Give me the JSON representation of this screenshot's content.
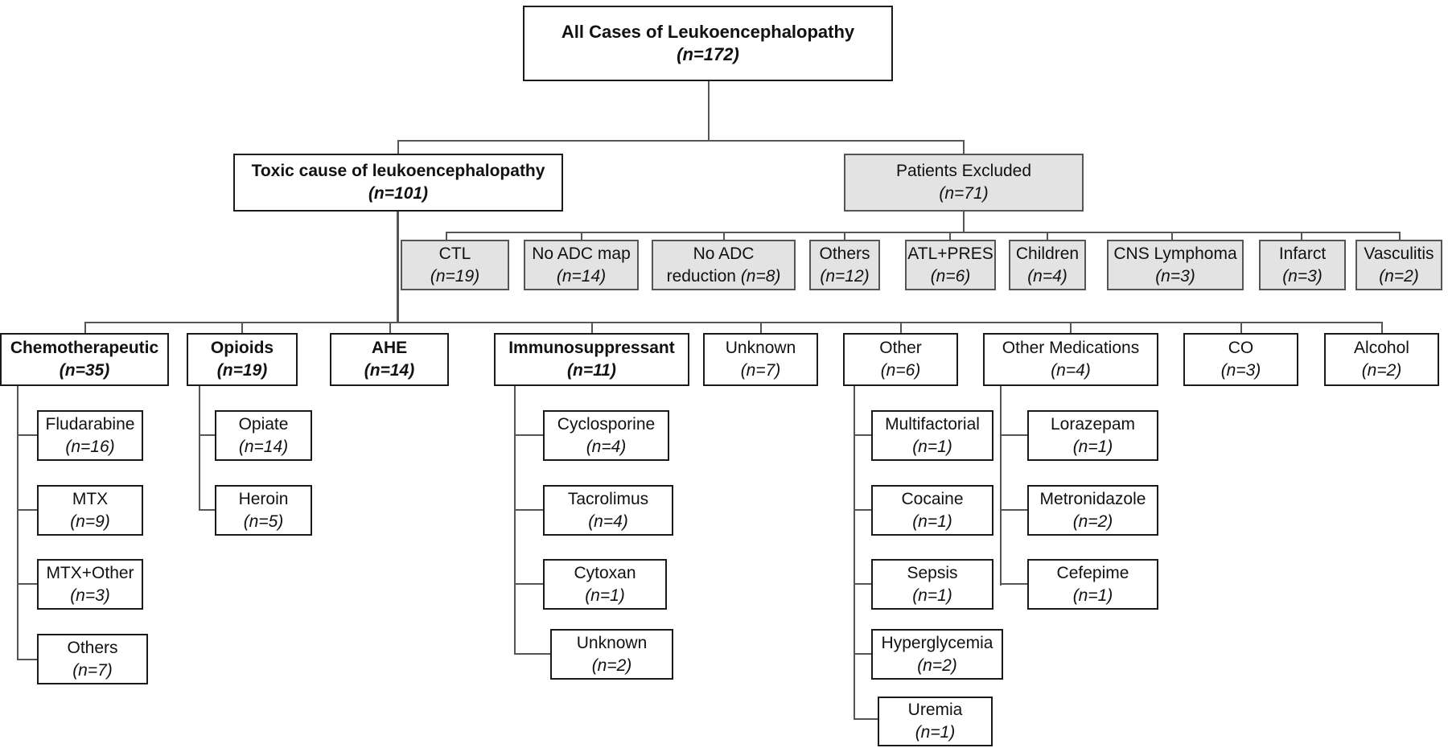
{
  "root": {
    "label": "All Cases of Leukoencephalopathy",
    "count": "(n=172)"
  },
  "toxic": {
    "label": "Toxic cause of leukoencephalopathy",
    "count": "(n=101)"
  },
  "excluded": {
    "label": "Patients Excluded",
    "count": "(n=71)"
  },
  "exclusions": [
    {
      "label": "CTL",
      "count": "(n=19)"
    },
    {
      "label": "No ADC map",
      "count": "(n=14)"
    },
    {
      "label": "No ADC reduction",
      "count": "(n=8)",
      "label_lines": [
        "No ADC",
        "reduction"
      ]
    },
    {
      "label": "Others",
      "count": "(n=12)"
    },
    {
      "label": "ATL+PRES",
      "count": "(n=6)"
    },
    {
      "label": "Children",
      "count": "(n=4)"
    },
    {
      "label": "CNS Lymphoma",
      "count": "(n=3)"
    },
    {
      "label": "Infarct",
      "count": "(n=3)"
    },
    {
      "label": "Vasculitis",
      "count": "(n=2)"
    }
  ],
  "categories": [
    {
      "label": "Chemotherapeutic",
      "count": "(n=35)",
      "bold": true,
      "children": [
        {
          "label": "Fludarabine",
          "count": "(n=16)"
        },
        {
          "label": "MTX",
          "count": "(n=9)"
        },
        {
          "label": "MTX+Other",
          "count": "(n=3)"
        },
        {
          "label": "Others",
          "count": "(n=7)"
        }
      ]
    },
    {
      "label": "Opioids",
      "count": "(n=19)",
      "bold": true,
      "children": [
        {
          "label": "Opiate",
          "count": "(n=14)"
        },
        {
          "label": "Heroin",
          "count": "(n=5)"
        }
      ]
    },
    {
      "label": "AHE",
      "count": "(n=14)",
      "bold": true,
      "children": []
    },
    {
      "label": "Immunosuppressant",
      "count": "(n=11)",
      "bold": true,
      "children": [
        {
          "label": "Cyclosporine",
          "count": "(n=4)"
        },
        {
          "label": "Tacrolimus",
          "count": "(n=4)"
        },
        {
          "label": "Cytoxan",
          "count": "(n=1)"
        },
        {
          "label": "Unknown",
          "count": "(n=2)"
        }
      ]
    },
    {
      "label": "Unknown",
      "count": "(n=7)",
      "bold": false,
      "children": []
    },
    {
      "label": "Other",
      "count": "(n=6)",
      "bold": false,
      "children": [
        {
          "label": "Multifactorial",
          "count": "(n=1)"
        },
        {
          "label": "Cocaine",
          "count": "(n=1)"
        },
        {
          "label": "Sepsis",
          "count": "(n=1)"
        },
        {
          "label": "Hyperglycemia",
          "count": "(n=2)"
        },
        {
          "label": "Uremia",
          "count": "(n=1)"
        }
      ]
    },
    {
      "label": "Other Medications",
      "count": "(n=4)",
      "bold": false,
      "children": [
        {
          "label": "Lorazepam",
          "count": "(n=1)"
        },
        {
          "label": "Metronidazole",
          "count": "(n=2)"
        },
        {
          "label": "Cefepime",
          "count": "(n=1)"
        }
      ]
    },
    {
      "label": "CO",
      "count": "(n=3)",
      "bold": false,
      "children": []
    },
    {
      "label": "Alcohol",
      "count": "(n=2)",
      "bold": false,
      "children": []
    }
  ]
}
